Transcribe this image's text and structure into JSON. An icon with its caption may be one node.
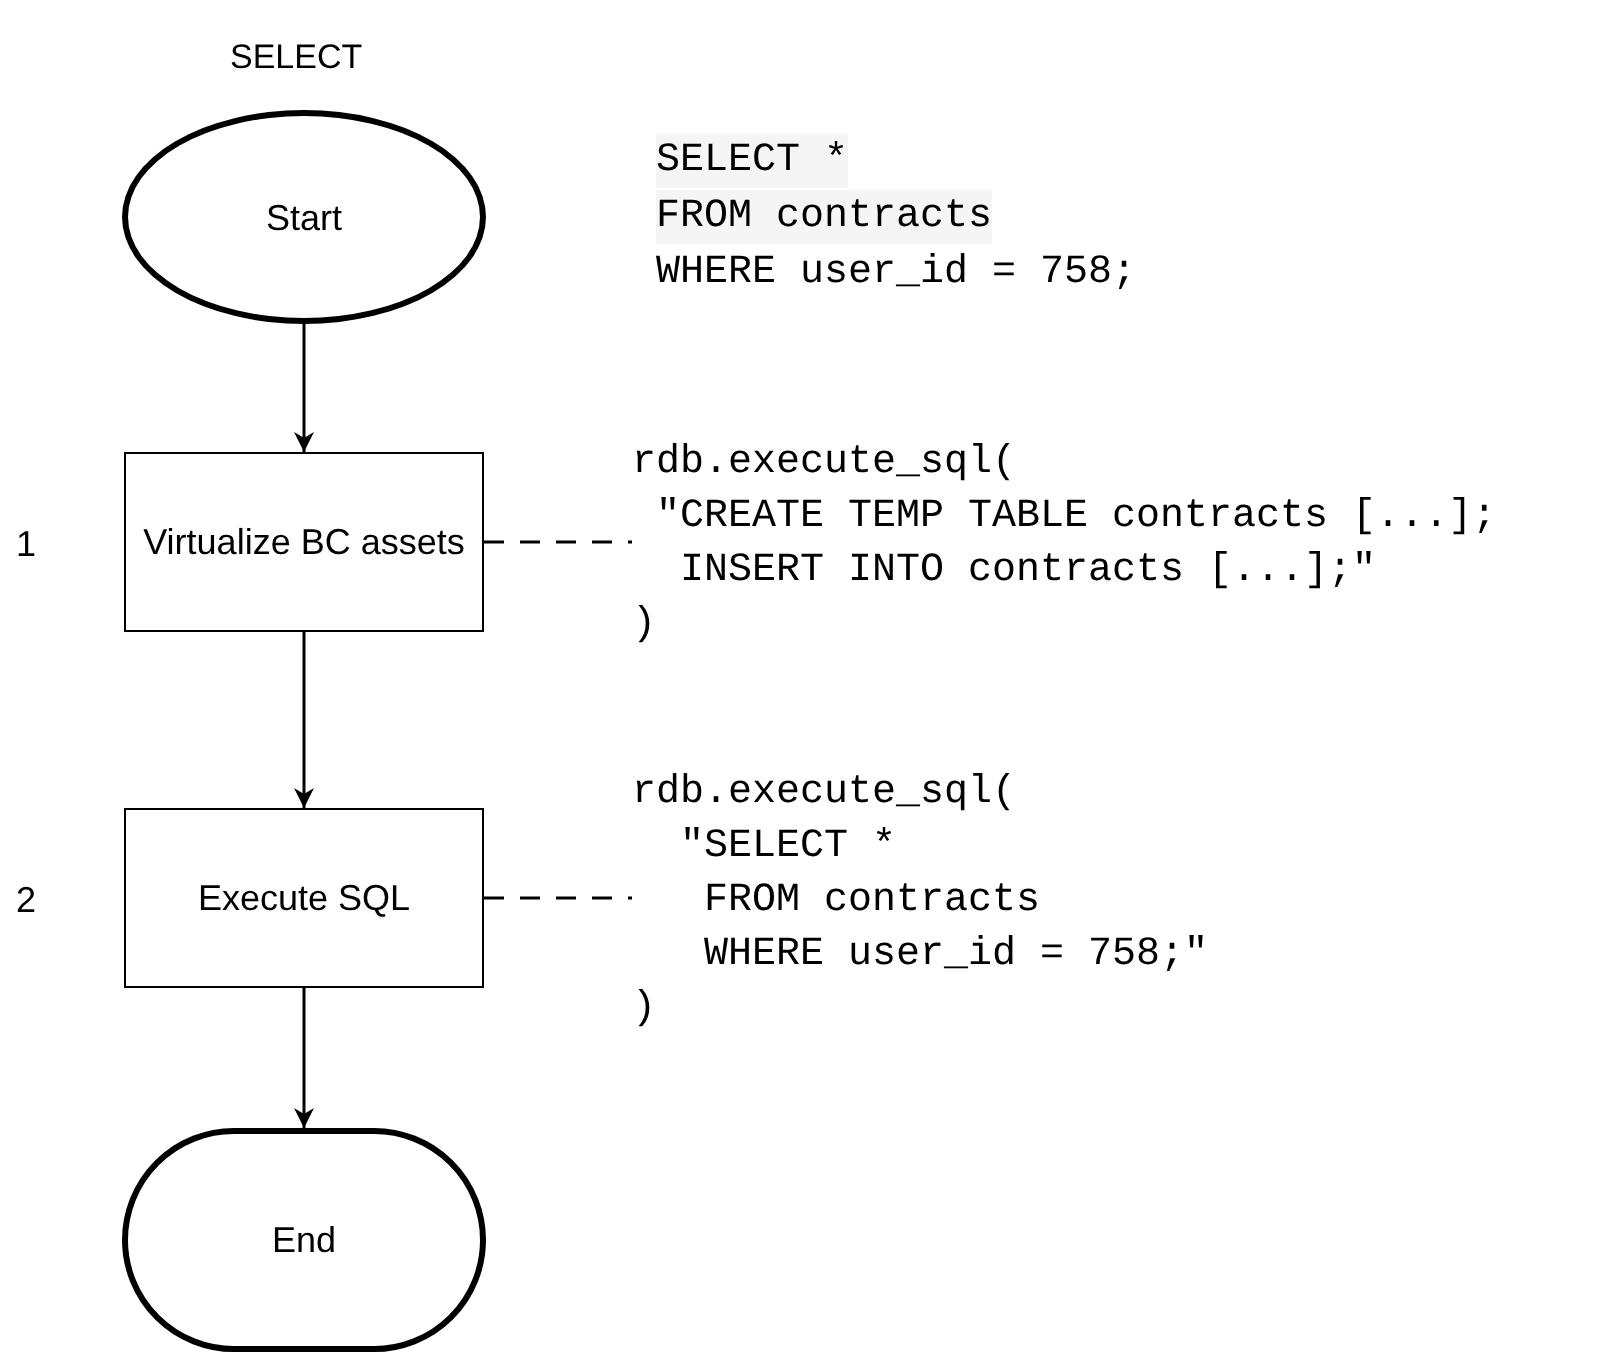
{
  "diagram": {
    "title": "SELECT",
    "nodes": [
      {
        "text": [
          "Start"
        ]
      },
      {
        "text": [
          "Virtualize BC assets"
        ]
      },
      {
        "text": [
          "Execute SQL"
        ]
      },
      {
        "text": [
          "End"
        ]
      },
      {
        "text": [
          "rdb.execute_sql(",
          "\"CREATE TEMP TABLE contracts [...];",
          "INSERT INTO contracts [...];\"",
          ")"
        ]
      },
      {
        "text": [
          "rdb.execute_sql(",
          "\"SELECT *",
          "FROM contracts",
          "WHERE user_id = 758;\"",
          ")"
        ]
      }
    ],
    "edges": [
      {
        "from": 0,
        "to": 1,
        "arrow": "to"
      },
      {
        "from": 1,
        "to": 2,
        "arrow": "to"
      },
      {
        "from": 2,
        "to": 3,
        "arrow": "to"
      },
      {
        "from": 1,
        "to": 4,
        "arrow": "none",
        "style": "dashed"
      },
      {
        "from": 2,
        "to": 5,
        "arrow": "none",
        "style": "dashed"
      }
    ],
    "labels": [
      "1",
      "2",
      "SELECT *",
      "FROM contracts",
      "WHERE user_id = 758;"
    ]
  }
}
